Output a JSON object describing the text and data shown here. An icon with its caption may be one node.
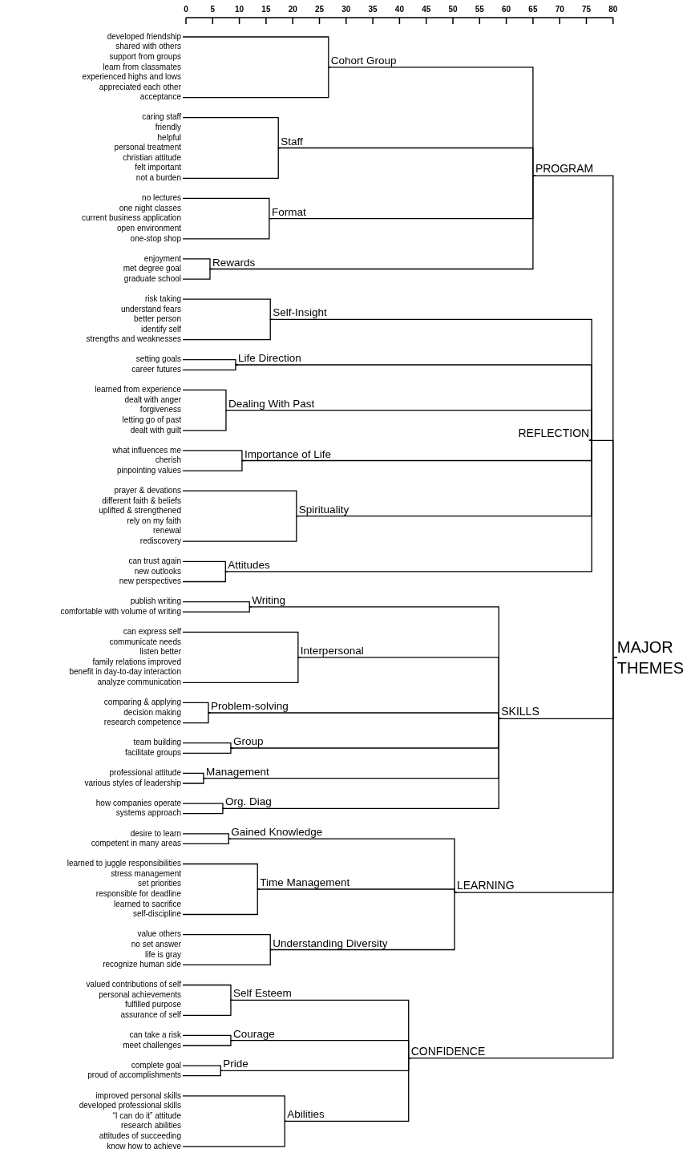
{
  "diagram": {
    "nodes": [
      {
        "text": [
          "developed friendship"
        ]
      },
      {
        "text": [
          "acceptance"
        ]
      },
      {
        "text": [
          "Cohort Group"
        ]
      },
      {
        "text": [
          "caring staff"
        ]
      },
      {
        "text": [
          "not a burden"
        ]
      },
      {
        "text": [
          "Staff"
        ]
      },
      {
        "text": [
          "no lectures"
        ]
      },
      {
        "text": [
          "one-stop shop"
        ]
      },
      {
        "text": [
          "Format"
        ]
      },
      {
        "text": [
          "enjoyment"
        ]
      },
      {
        "text": [
          "graduate school"
        ]
      },
      {
        "text": [
          "Rewards"
        ]
      },
      {
        "text": [
          "PROGRAM"
        ]
      },
      {
        "text": [
          "risk taking"
        ]
      },
      {
        "text": [
          "strengths and weaknesses"
        ]
      },
      {
        "text": [
          "Self-Insight"
        ]
      },
      {
        "text": [
          "setting goals"
        ]
      },
      {
        "text": [
          "career futures"
        ]
      },
      {
        "text": [
          "Life Direction"
        ]
      },
      {
        "text": [
          "learned from experience"
        ]
      },
      {
        "text": [
          "dealt with guilt"
        ]
      },
      {
        "text": [
          "Dealing With Past"
        ]
      },
      {
        "text": [
          "what influences me"
        ]
      },
      {
        "text": [
          "pinpointing values"
        ]
      },
      {
        "text": [
          "Importance of Life"
        ]
      },
      {
        "text": [
          "prayer & devations"
        ]
      },
      {
        "text": [
          "rediscovery"
        ]
      },
      {
        "text": [
          "Spirituality"
        ]
      },
      {
        "text": [
          "can trust again"
        ]
      },
      {
        "text": [
          "new perspectives"
        ]
      },
      {
        "text": [
          "Attitudes"
        ]
      },
      {
        "text": [
          "REFLECTION"
        ]
      },
      {
        "text": [
          "publish writing"
        ]
      },
      {
        "text": [
          "comfortable with volume of writing"
        ]
      },
      {
        "text": [
          "Writing"
        ]
      },
      {
        "text": [
          "can express self"
        ]
      },
      {
        "text": [
          "analyze communication"
        ]
      },
      {
        "text": [
          "Interpersonal"
        ]
      },
      {
        "text": [
          "comparing & applying"
        ]
      },
      {
        "text": [
          "research competence"
        ]
      },
      {
        "text": [
          "Problem-solving"
        ]
      },
      {
        "text": [
          "team building"
        ]
      },
      {
        "text": [
          "facilitate groups"
        ]
      },
      {
        "text": [
          "Group"
        ]
      },
      {
        "text": [
          "professional attitude"
        ]
      },
      {
        "text": [
          "various styles of leadership"
        ]
      },
      {
        "text": [
          "Management"
        ]
      },
      {
        "text": [
          "how companies operate"
        ]
      },
      {
        "text": [
          "systems approach"
        ]
      },
      {
        "text": [
          "Org. Diag"
        ]
      },
      {
        "text": [
          "SKILLS"
        ]
      },
      {
        "text": [
          "desire to learn"
        ]
      },
      {
        "text": [
          "competent in many areas"
        ]
      },
      {
        "text": [
          "Gained Knowledge"
        ]
      },
      {
        "text": [
          "learned to juggle responsibilities"
        ]
      },
      {
        "text": [
          "self-discipline"
        ]
      },
      {
        "text": [
          "Time Management"
        ]
      },
      {
        "text": [
          "value others"
        ]
      },
      {
        "text": [
          "recognize human side"
        ]
      },
      {
        "text": [
          "Understanding Diversity"
        ]
      },
      {
        "text": [
          "LEARNING"
        ]
      },
      {
        "text": [
          "valued contributions of self"
        ]
      },
      {
        "text": [
          "assurance of self"
        ]
      },
      {
        "text": [
          "Self Esteem"
        ]
      },
      {
        "text": [
          "can take a risk"
        ]
      },
      {
        "text": [
          "meet challenges"
        ]
      },
      {
        "text": [
          "Courage"
        ]
      },
      {
        "text": [
          "complete goal"
        ]
      },
      {
        "text": [
          "proud of accomplishments"
        ]
      },
      {
        "text": [
          "Pride"
        ]
      },
      {
        "text": [
          "improved personal skills"
        ]
      },
      {
        "text": [
          "know how to achieve"
        ]
      },
      {
        "text": [
          "Abilities"
        ]
      },
      {
        "text": [
          "CONFIDENCE"
        ]
      },
      {
        "text": [
          "MAJOR THEMES"
        ]
      }
    ],
    "edges": [
      {
        "from": 0,
        "to": 2,
        "arrow": "none"
      },
      {
        "from": 1,
        "to": 2,
        "arrow": "none"
      },
      {
        "from": 3,
        "to": 5,
        "arrow": "none"
      },
      {
        "from": 4,
        "to": 5,
        "arrow": "none"
      },
      {
        "from": 6,
        "to": 8,
        "arrow": "none"
      },
      {
        "from": 7,
        "to": 8,
        "arrow": "none"
      },
      {
        "from": 9,
        "to": 11,
        "arrow": "none"
      },
      {
        "from": 10,
        "to": 11,
        "arrow": "none"
      },
      {
        "from": 2,
        "to": 12,
        "arrow": "none"
      },
      {
        "from": 5,
        "to": 12,
        "arrow": "none"
      },
      {
        "from": 8,
        "to": 12,
        "arrow": "none"
      },
      {
        "from": 11,
        "to": 12,
        "arrow": "none"
      },
      {
        "from": 13,
        "to": 15,
        "arrow": "none"
      },
      {
        "from": 14,
        "to": 15,
        "arrow": "none"
      },
      {
        "from": 16,
        "to": 18,
        "arrow": "none"
      },
      {
        "from": 17,
        "to": 18,
        "arrow": "none"
      },
      {
        "from": 19,
        "to": 21,
        "arrow": "none"
      },
      {
        "from": 20,
        "to": 21,
        "arrow": "none"
      },
      {
        "from": 22,
        "to": 24,
        "arrow": "none"
      },
      {
        "from": 23,
        "to": 24,
        "arrow": "none"
      },
      {
        "from": 25,
        "to": 27,
        "arrow": "none"
      },
      {
        "from": 26,
        "to": 27,
        "arrow": "none"
      },
      {
        "from": 28,
        "to": 30,
        "arrow": "none"
      },
      {
        "from": 29,
        "to": 30,
        "arrow": "none"
      },
      {
        "from": 15,
        "to": 31,
        "arrow": "none"
      },
      {
        "from": 18,
        "to": 31,
        "arrow": "none"
      },
      {
        "from": 21,
        "to": 31,
        "arrow": "none"
      },
      {
        "from": 24,
        "to": 31,
        "arrow": "none"
      },
      {
        "from": 27,
        "to": 31,
        "arrow": "none"
      },
      {
        "from": 30,
        "to": 31,
        "arrow": "none"
      },
      {
        "from": 32,
        "to": 34,
        "arrow": "none"
      },
      {
        "from": 33,
        "to": 34,
        "arrow": "none"
      },
      {
        "from": 35,
        "to": 37,
        "arrow": "none"
      },
      {
        "from": 36,
        "to": 37,
        "arrow": "none"
      },
      {
        "from": 38,
        "to": 40,
        "arrow": "none"
      },
      {
        "from": 39,
        "to": 40,
        "arrow": "none"
      },
      {
        "from": 41,
        "to": 43,
        "arrow": "none"
      },
      {
        "from": 42,
        "to": 43,
        "arrow": "none"
      },
      {
        "from": 44,
        "to": 46,
        "arrow": "none"
      },
      {
        "from": 45,
        "to": 46,
        "arrow": "none"
      },
      {
        "from": 47,
        "to": 49,
        "arrow": "none"
      },
      {
        "from": 48,
        "to": 49,
        "arrow": "none"
      },
      {
        "from": 34,
        "to": 50,
        "arrow": "none"
      },
      {
        "from": 37,
        "to": 50,
        "arrow": "none"
      },
      {
        "from": 40,
        "to": 50,
        "arrow": "none"
      },
      {
        "from": 43,
        "to": 50,
        "arrow": "none"
      },
      {
        "from": 46,
        "to": 50,
        "arrow": "none"
      },
      {
        "from": 49,
        "to": 50,
        "arrow": "none"
      },
      {
        "from": 51,
        "to": 53,
        "arrow": "none"
      },
      {
        "from": 52,
        "to": 53,
        "arrow": "none"
      },
      {
        "from": 54,
        "to": 56,
        "arrow": "none"
      },
      {
        "from": 55,
        "to": 56,
        "arrow": "none"
      },
      {
        "from": 57,
        "to": 59,
        "arrow": "none"
      },
      {
        "from": 58,
        "to": 59,
        "arrow": "none"
      },
      {
        "from": 53,
        "to": 60,
        "arrow": "none"
      },
      {
        "from": 56,
        "to": 60,
        "arrow": "none"
      },
      {
        "from": 59,
        "to": 60,
        "arrow": "none"
      },
      {
        "from": 61,
        "to": 63,
        "arrow": "none"
      },
      {
        "from": 62,
        "to": 63,
        "arrow": "none"
      },
      {
        "from": 64,
        "to": 66,
        "arrow": "none"
      },
      {
        "from": 65,
        "to": 66,
        "arrow": "none"
      },
      {
        "from": 67,
        "to": 69,
        "arrow": "none"
      },
      {
        "from": 68,
        "to": 69,
        "arrow": "none"
      },
      {
        "from": 70,
        "to": 72,
        "arrow": "none"
      },
      {
        "from": 71,
        "to": 72,
        "arrow": "none"
      },
      {
        "from": 63,
        "to": 73,
        "arrow": "none"
      },
      {
        "from": 66,
        "to": 73,
        "arrow": "none"
      },
      {
        "from": 69,
        "to": 73,
        "arrow": "none"
      },
      {
        "from": 72,
        "to": 73,
        "arrow": "none"
      },
      {
        "from": 12,
        "to": 74,
        "arrow": "none"
      },
      {
        "from": 31,
        "to": 74,
        "arrow": "none"
      },
      {
        "from": 50,
        "to": 74,
        "arrow": "none"
      },
      {
        "from": 60,
        "to": 74,
        "arrow": "none"
      },
      {
        "from": 73,
        "to": 74,
        "arrow": "none"
      }
    ],
    "labels": [
      "0",
      "5",
      "10",
      "15",
      "20",
      "25",
      "30",
      "35",
      "40",
      "45",
      "50",
      "55",
      "60",
      "65",
      "70",
      "75",
      "80",
      "shared with others",
      "support from groups",
      "learn from classmates",
      "experienced highs and lows",
      "appreciated each other",
      "friendly",
      "helpful",
      "personal treatment",
      "christian attitude",
      "felt important",
      "one night classes",
      "current business application",
      "open environment",
      "met degree goal",
      "understand fears",
      "better person",
      "identify self",
      "dealt with anger",
      "forgiveness",
      "letting go of past",
      "cherish",
      "different faith & beliefs",
      "uplifted & strengthened",
      "rely on my faith",
      "renewal",
      "new outlooks",
      "communicate needs",
      "listen better",
      "family relations improved",
      "benefit in day-to-day interaction",
      "decision making",
      "stress management",
      "set priorities",
      "responsible for deadline",
      "learned to sacrifice",
      "no set answer",
      "life is gray",
      "personal achievements",
      "fulfilled purpose",
      "developed professional skills",
      "“I can do it” attitude",
      "research abilities",
      "attitudes of succeeding"
    ]
  }
}
